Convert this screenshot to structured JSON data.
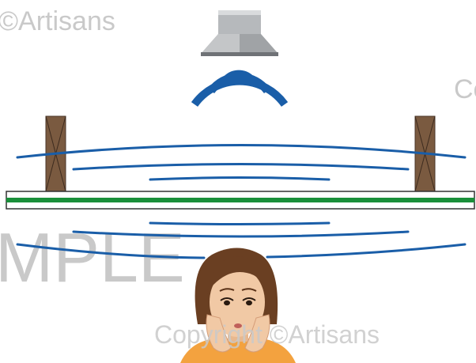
{
  "watermarks": {
    "top_left": "©Artisans",
    "top_right": "Co",
    "middle_left": "MPLE",
    "bottom": "Copyright ©Artisans"
  },
  "colors": {
    "sound_wave": "#1a5ea8",
    "floor_green": "#1a8f3a",
    "beam_brown": "#7a5a40",
    "lamp_metal": "#a9acaf",
    "skin": "#f1c9a5",
    "hair": "#6a3f22",
    "shirt": "#f3a23f",
    "watermark": "#c9c9c9"
  },
  "icons": {
    "ceiling_speaker": "ceiling-speaker-icon",
    "person": "surprised-woman-icon"
  }
}
